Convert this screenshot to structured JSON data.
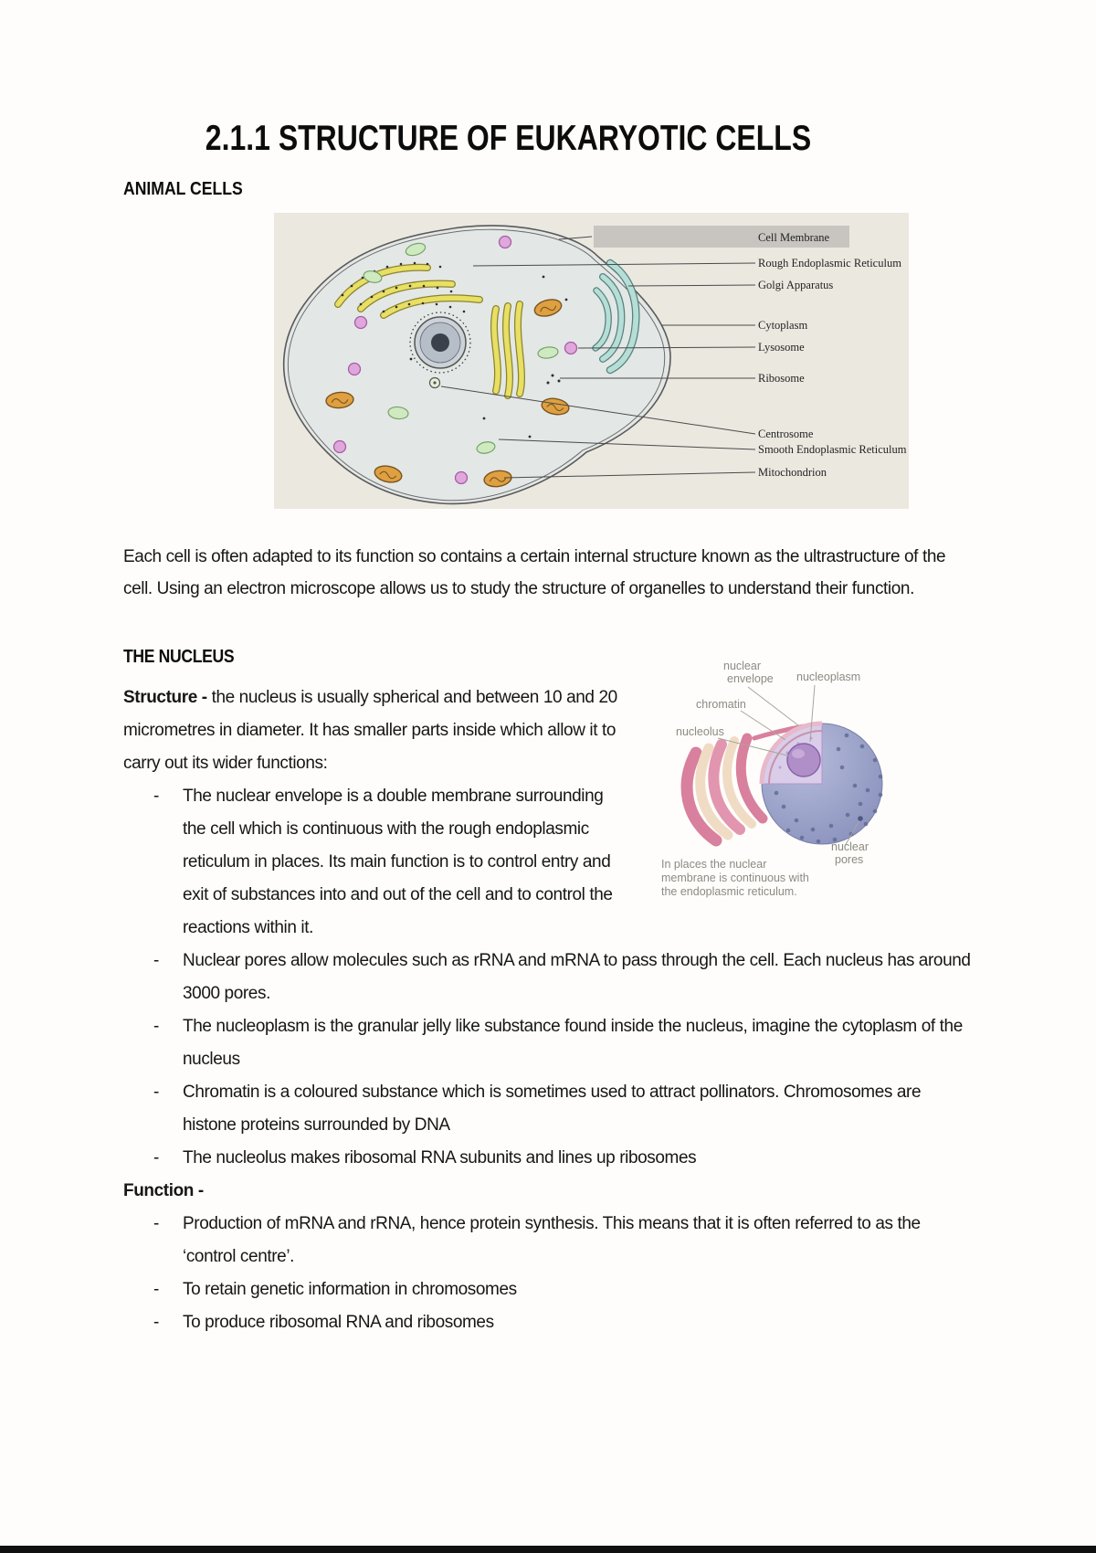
{
  "doc": {
    "title": "2.1.1 STRUCTURE OF EUKARYOTIC CELLS",
    "animal_heading": "ANIMAL CELLS",
    "intro": "Each cell is often adapted to its function so contains a certain internal structure known as the ultrastructure of the cell. Using an electron microscope allows us to study the structure of organelles to understand their function.",
    "nucleus_heading": "THE NUCLEUS"
  },
  "bullet_marker": "-",
  "cell_diagram": {
    "labels": {
      "cell_membrane": "Cell Membrane",
      "rer": "Rough Endoplasmic Reticulum",
      "golgi": "Golgi Apparatus",
      "cytoplasm": "Cytoplasm",
      "lysosome": "Lysosome",
      "ribosome": "Ribosome",
      "centrosome": "Centrosome",
      "ser": "Smooth Endoplasmic Reticulum",
      "mitochondrion": "Mitochondrion"
    }
  },
  "nucleus_diagram": {
    "labels": {
      "envelope_1": "nuclear",
      "envelope_2": "envelope",
      "nucleoplasm": "nucleoplasm",
      "chromatin": "chromatin",
      "nucleolus": "nucleolus",
      "pores_1": "nuclear",
      "pores_2": "pores"
    },
    "caption_lines": [
      "In places the nuclear",
      "membrane is continuous with",
      "the endoplasmic reticulum."
    ]
  },
  "nucleus_text": {
    "structure_label": "Structure -",
    "structure_intro": "the nucleus is usually spherical and between 10 and 20 micrometres in diameter. It has smaller parts inside which allow it to carry out its wider functions:",
    "structure_bullets": [
      "The nuclear envelope is a double membrane surrounding the cell which is continuous with the rough endoplasmic reticulum in places. Its main function is to control entry and exit of substances into and out of the cell and to control the reactions within it.",
      "Nuclear pores allow molecules such as rRNA and mRNA to pass through the cell. Each nucleus has around 3000 pores.",
      "The nucleoplasm is the granular jelly like substance found inside the nucleus, imagine the cytoplasm of the nucleus",
      "Chromatin is a coloured substance which is sometimes used to attract pollinators. Chromosomes are histone proteins surrounded by DNA",
      "The nucleolus makes ribosomal RNA subunits and lines up ribosomes"
    ],
    "function_label": "Function -",
    "function_bullets": [
      "Production of mRNA and rRNA, hence protein synthesis. This means that it is often referred to as the ‘control centre’.",
      "To retain genetic information in chromosomes",
      "To produce ribosomal RNA and ribosomes"
    ]
  },
  "colors": {
    "figure_background": "#ebe8e0",
    "cell_fill": "#e3e7e6",
    "er_yellow": "#e8df63",
    "golgi_teal": "#b7ddd7",
    "mitochondrion_orange": "#dfa042",
    "vesicle_green": "#cfe9c0",
    "lysosome_pink": "#dfa7dc",
    "nucleus_sphere": "#9aa2c9",
    "nucleoplasm_lavender": "#d9cde9",
    "er_ribbon_pink": "#d8809e"
  }
}
